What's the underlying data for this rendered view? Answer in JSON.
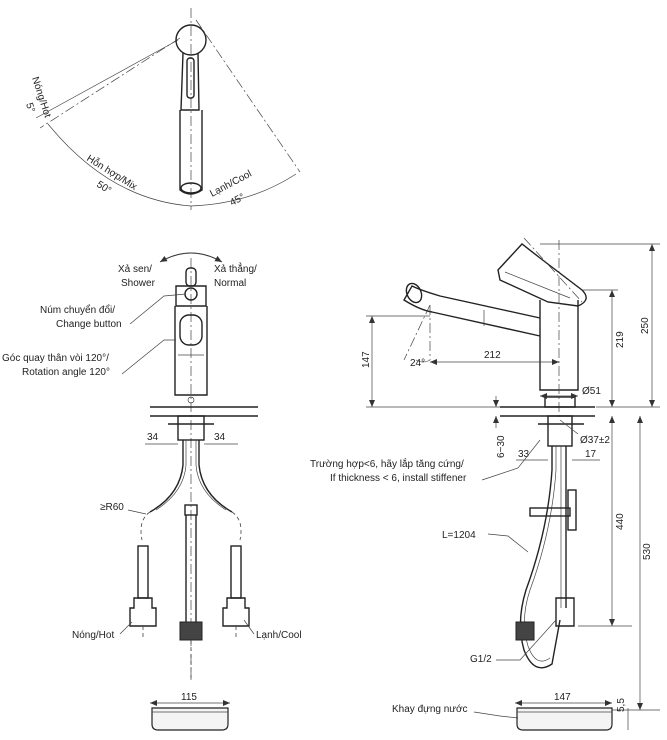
{
  "top_view": {
    "hot_label": "Nóng/Hot",
    "hot_angle": "5°",
    "mix_label": "Hỗn hợp/Mix",
    "mix_angle": "50°",
    "cool_label": "Lạnh/Cool",
    "cool_angle": "45°"
  },
  "front_view": {
    "shower_vn": "Xả sen/",
    "shower_en": "Shower",
    "normal_vn": "Xả thẳng/",
    "normal_en": "Normal",
    "button_vn": "Núm chuyển đổi/",
    "button_en": "Change button",
    "rotation_vn": "Góc quay thân vòi 120°/",
    "rotation_en": "Rotation angle 120°",
    "dim_left": "34",
    "dim_right": "34",
    "radius": "≥R60",
    "hot": "Nóng/Hot",
    "cool": "Lạnh/Cool",
    "base_width": "115"
  },
  "side_view": {
    "height_147": "147",
    "angle_24": "24°",
    "reach_212": "212",
    "height_219": "219",
    "height_250": "250",
    "dia_51": "Ø51",
    "dia_37": "Ø37±2",
    "thickness": "6~30",
    "dim_33": "33",
    "dim_17": "17",
    "note_vn": "Trường hợp<6, hãy lắp tăng cứng/",
    "note_en": "If thickness < 6, install stiffener",
    "hose_len": "L=1204",
    "dim_440": "440",
    "dim_530": "530",
    "thread": "G1/2",
    "tray": "Khay đựng nước",
    "tray_width": "147",
    "tray_h": "5,5"
  }
}
